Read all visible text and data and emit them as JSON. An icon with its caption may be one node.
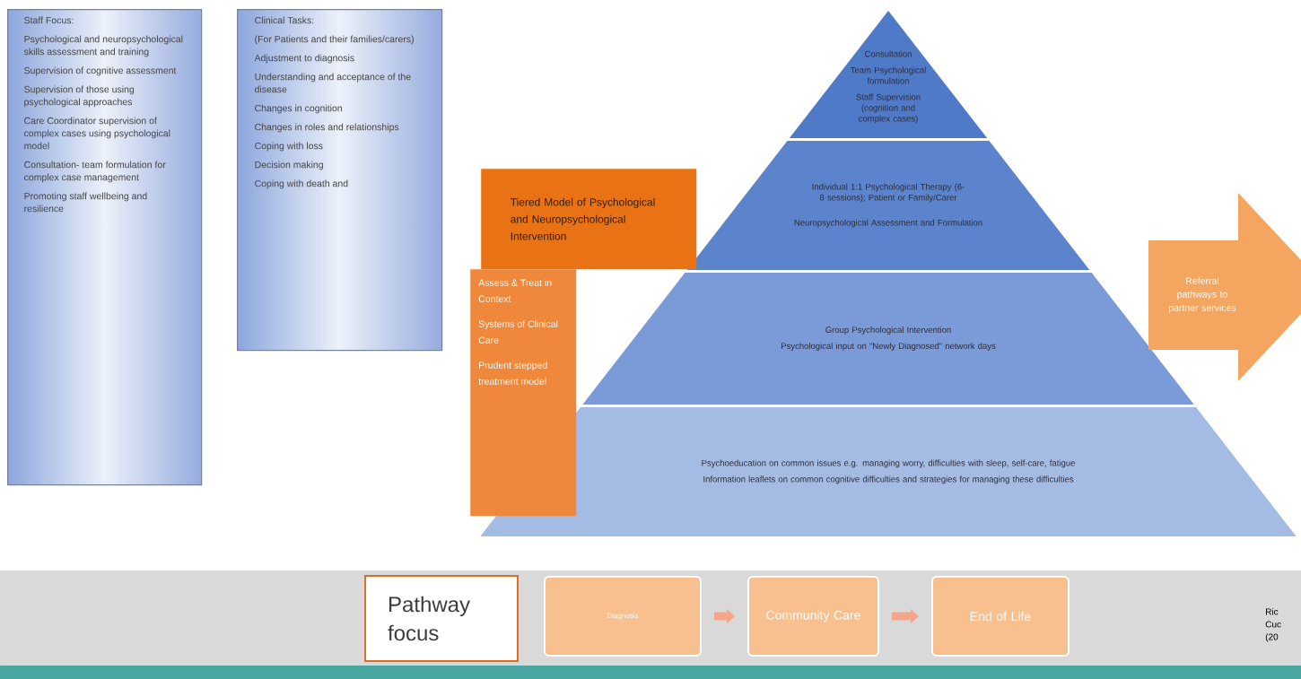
{
  "diagram": {
    "nodes": [
      {
        "text": [
          "Staff Focus:",
          "Psychological and neuropsychological skills assessment and training",
          "Supervision of cognitive assessment",
          "Supervision of those using psychological approaches",
          "Care Coordinator supervision of complex cases using psychological model",
          "Consultation- team formulation for complex case management",
          "Promoting staff wellbeing and resilience"
        ]
      },
      {
        "text": [
          "Clinical Tasks:",
          "(For Patients and their families/carers)",
          "Adjustment to diagnosis",
          "Understanding and acceptance of the disease",
          "Changes in cognition",
          "Changes in roles and relationships",
          "Coping with loss",
          "Decision making",
          "Coping with death and"
        ]
      },
      {
        "text": [
          "Tiered Model of Psychological and Neuropsychological Intervention"
        ]
      },
      {
        "text": [
          "Assess & Treat in Context",
          "Systems of Clinical Care",
          "Prudent stepped treatment model"
        ]
      },
      {
        "text": [
          "Consultation",
          "Team Psychological formulation",
          "Staff Supervision (cognition and complex cases)"
        ]
      },
      {
        "text": [
          "Individual 1:1 Psychological Therapy (6-8 sessions); Patient or Family/Carer",
          "Neuropsychological Assessment and Formulation"
        ]
      },
      {
        "text": [
          "Group Psychological Intervention",
          "Psychological input on \"Newly Diagnosed\" network days"
        ]
      },
      {
        "text": [
          "Psychoeducation on common issues e.g. managing worry, difficulties with sleep, self-care, fatigue",
          "Information leaflets on common cognitive difficulties and strategies for managing these difficulties"
        ]
      },
      {
        "text": [
          "Referral pathways to partner services"
        ]
      },
      {
        "text": [
          "Pathway focus"
        ]
      },
      {
        "text": [
          "Diagnosis"
        ]
      },
      {
        "text": [
          "Community Care"
        ]
      },
      {
        "text": [
          "End of Life"
        ]
      }
    ],
    "edges": [
      {
        "from": 10,
        "to": 11,
        "arrow": "to"
      },
      {
        "from": 11,
        "to": 12,
        "arrow": "to"
      }
    ],
    "labels": [
      "Ric Cuc (20"
    ]
  }
}
